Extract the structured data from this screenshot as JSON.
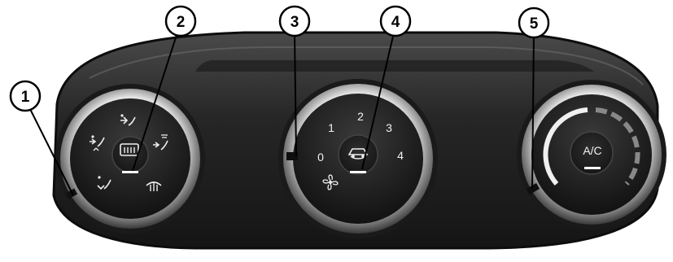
{
  "callouts": [
    {
      "label": "1"
    },
    {
      "label": "2"
    },
    {
      "label": "3"
    },
    {
      "label": "4"
    },
    {
      "label": "5"
    }
  ],
  "fan_dial": {
    "numbers": [
      "0",
      "1",
      "2",
      "3",
      "4"
    ]
  },
  "ac_dial": {
    "label": "A/C"
  },
  "colors": {
    "panel": "#2b2b2b",
    "knob": "#1f1f1f",
    "chrome": "#c9c9c9",
    "indicator": "#ffffff"
  },
  "icons": [
    "face-vent-icon",
    "face-feet-vent-icon",
    "feet-vent-icon",
    "feet-windscreen-vent-icon",
    "rear-demist-icon",
    "front-demist-icon",
    "recirculation-icon",
    "fan-icon"
  ]
}
